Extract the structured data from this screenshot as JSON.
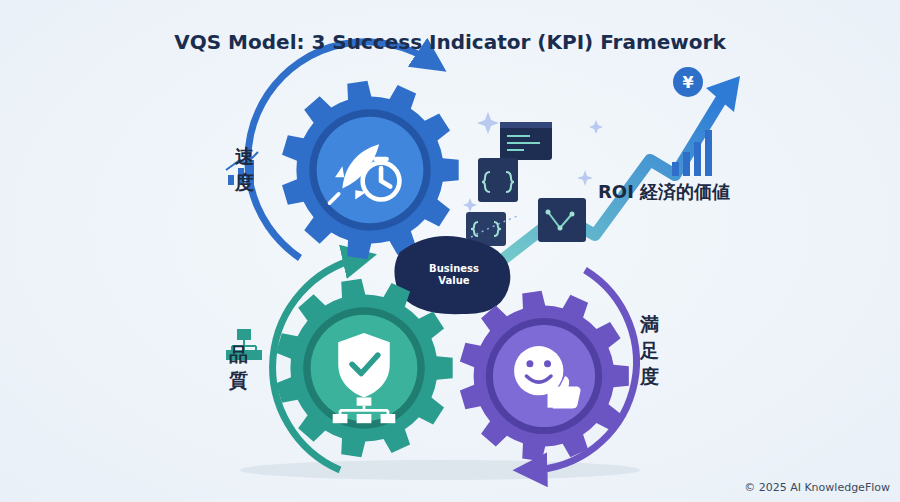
{
  "diagram": {
    "title": "VQS Model: 3 Success Indicator (KPI) Framework",
    "nodes": [
      {
        "text": [
          "速度"
        ]
      },
      {
        "text": [
          "Business Value"
        ]
      },
      {
        "text": [
          "品質"
        ]
      },
      {
        "text": [
          "満足度"
        ]
      }
    ],
    "labels": [
      "ROI 経済的価値",
      "¥",
      "© 2025 AI KnowledgeFlow"
    ]
  }
}
